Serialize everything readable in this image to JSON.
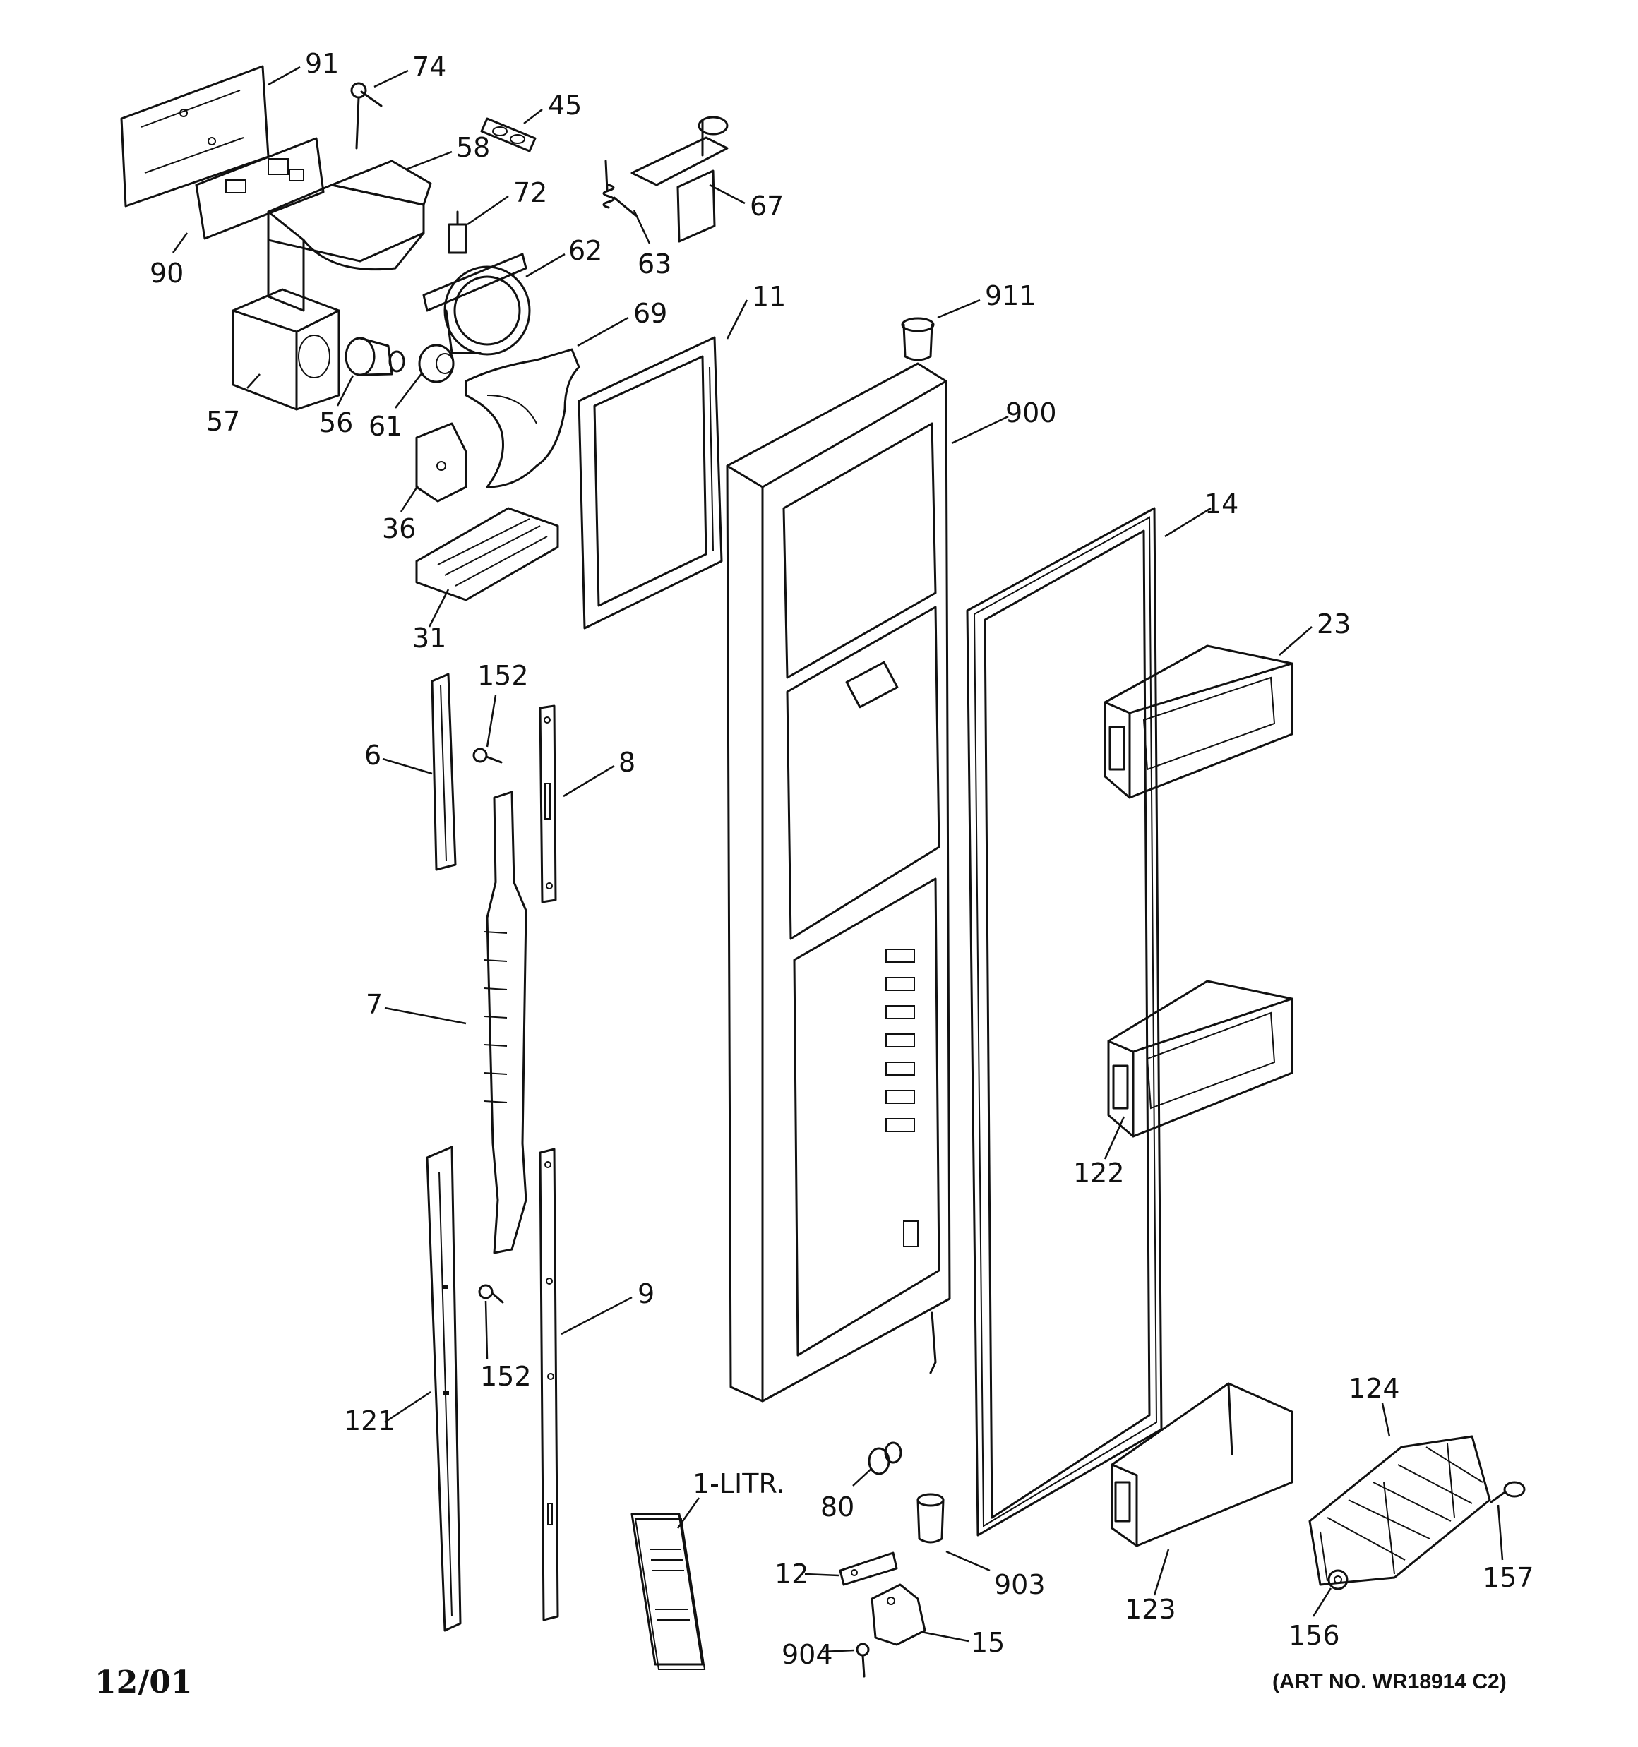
{
  "diagram": {
    "part_labels": {
      "p91": "91",
      "p74": "74",
      "p45": "45",
      "p58": "58",
      "p72": "72",
      "p67": "67",
      "p63": "63",
      "p90": "90",
      "p62": "62",
      "p69": "69",
      "p11": "11",
      "p911": "911",
      "p57": "57",
      "p56": "56",
      "p61": "61",
      "p900": "900",
      "p36": "36",
      "p14": "14",
      "p31": "31",
      "p23": "23",
      "p152a": "152",
      "p6": "6",
      "p8": "8",
      "p7": "7",
      "p122": "122",
      "p9": "9",
      "p152b": "152",
      "p121": "121",
      "p124": "124",
      "p1litr": "1-LITR.",
      "p80": "80",
      "p903": "903",
      "p12": "12",
      "p123": "123",
      "p157": "157",
      "p156": "156",
      "p904": "904",
      "p15": "15"
    },
    "date": "12/01",
    "art_no": "(ART NO. WR18914 C2)"
  }
}
